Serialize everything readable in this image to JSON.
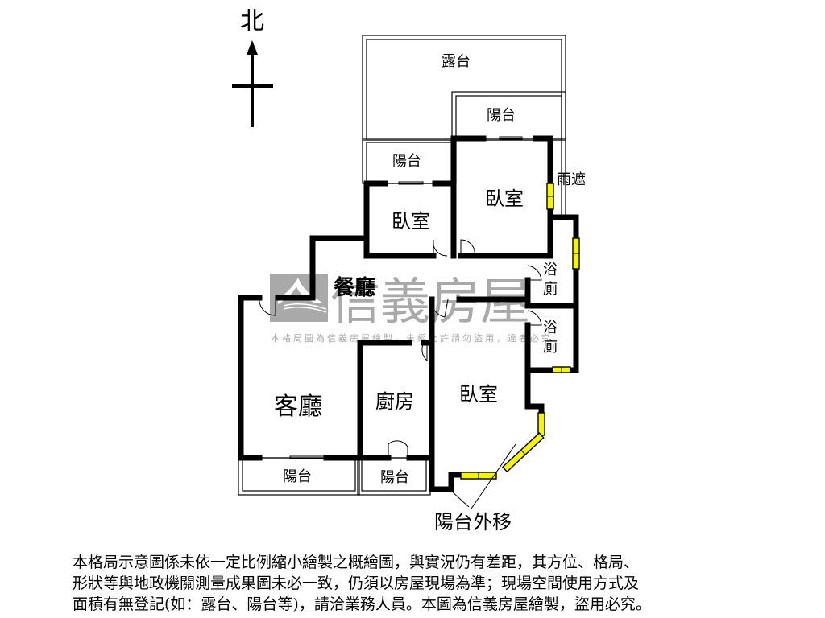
{
  "compass": {
    "label": "北",
    "direction": "north"
  },
  "rooms": {
    "terrace": "露台",
    "balcony_top_right": "陽台",
    "balcony_top_left": "陽台",
    "bedroom_north": "臥室",
    "bedroom_northwest": "臥室",
    "rain_shelter": "雨遮",
    "dining": "餐廳",
    "bath_upper_1": "浴",
    "bath_upper_2": "廁",
    "bath_lower_1": "浴",
    "bath_lower_2": "廁",
    "living": "客廳",
    "kitchen": "廚房",
    "bedroom_south": "臥室",
    "balcony_living": "陽台",
    "balcony_kitchen": "陽台",
    "balcony_moved_out": "陽台外移"
  },
  "watermark": {
    "brand": "信義房屋",
    "notice": "本格局圖為信義房屋繪製，未經允許請勿盜用，違者必究",
    "color": "#a9a9a9"
  },
  "colors": {
    "wall": "#000000",
    "window": "#f5f500",
    "background": "#ffffff"
  },
  "disclaimer": {
    "lines": [
      "本格局示意圖係未依一定比例縮小繪製之概繪圖，與實況仍有差距，其方位、格局、",
      "形狀等與地政機關測量成果圖未必一致，仍須以房屋現場為準；現場空間使用方式及",
      "面積有無登記(如：露台、陽台等)，請洽業務人員。本圖為信義房屋繪製，盜用必究。"
    ]
  }
}
